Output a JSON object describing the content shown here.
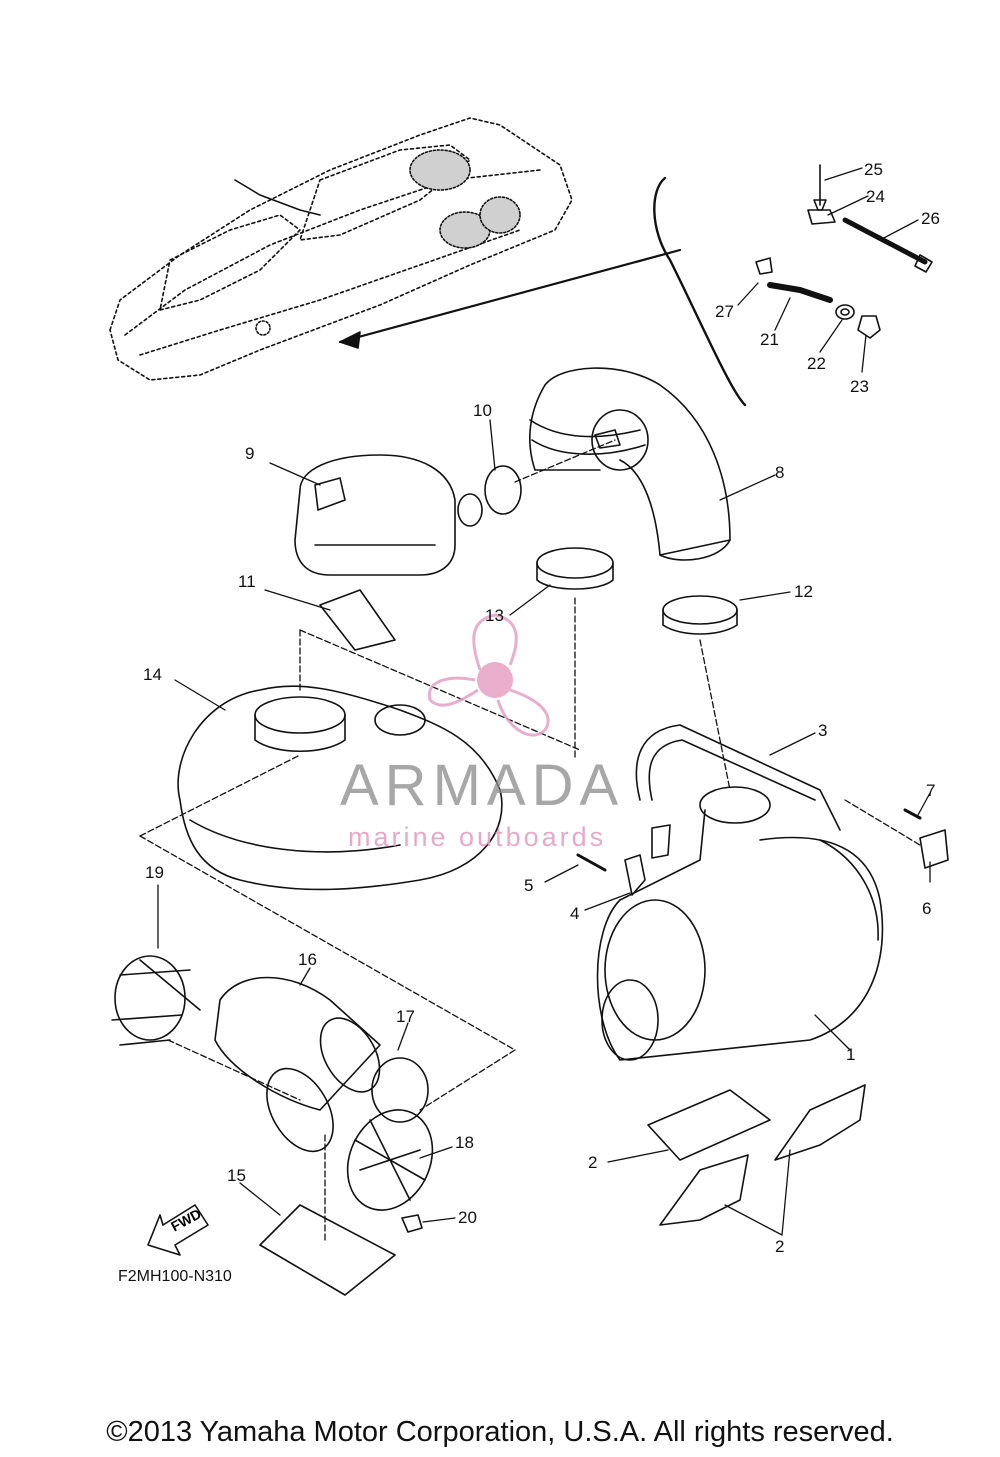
{
  "diagram": {
    "part_numbers": [
      "1",
      "2",
      "2",
      "3",
      "4",
      "5",
      "6",
      "7",
      "8",
      "9",
      "10",
      "11",
      "12",
      "13",
      "14",
      "15",
      "16",
      "17",
      "18",
      "19",
      "20",
      "21",
      "22",
      "23",
      "24",
      "25",
      "26",
      "27"
    ],
    "fwd_label": "FWD",
    "figure_code": "F2MH100-N310",
    "copyright": "©2013 Yamaha Motor Corporation, U.S.A. All rights reserved."
  },
  "watermark": {
    "brand": "ARMADA",
    "tagline": "marine outboards",
    "accent_color": "#e6a0c4"
  }
}
